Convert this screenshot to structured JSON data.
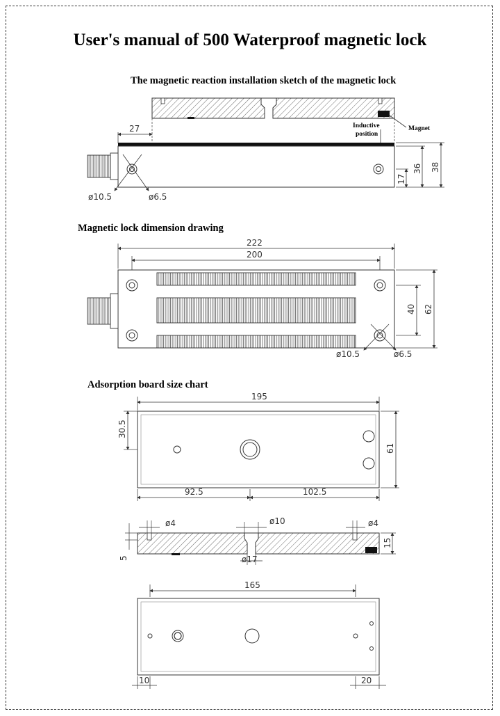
{
  "title": "User's manual of 500 Waterproof magnetic lock",
  "sections": {
    "installation": "The magnetic reaction installation sketch of the magnetic lock",
    "dimension": "Magnetic lock dimension drawing",
    "adsorption": "Adsorption board size chart"
  },
  "install_labels": {
    "dim_27": "27",
    "inductive_1": "Inductive",
    "inductive_2": "position",
    "magnet": "Magnet",
    "dim_17": "17",
    "dim_36": "36",
    "dim_38": "38",
    "dia_10_5": "ø10.5",
    "dia_6_5": "ø6.5"
  },
  "dimension_labels": {
    "dim_222": "222",
    "dim_200": "200",
    "dim_40": "40",
    "dim_62": "62",
    "dia_10_5": "ø10.5",
    "dia_6_5": "ø6.5"
  },
  "board_labels": {
    "dim_195": "195",
    "dim_30_5": "30.5",
    "dim_61": "61",
    "dim_92_5": "92.5",
    "dim_102_5": "102.5",
    "dia_4_left": "ø4",
    "dia_10": "ø10",
    "dia_4_right": "ø4",
    "dim_15": "15",
    "dim_5": "5",
    "dia_17": "ø17",
    "dim_165": "165",
    "dim_10": "10",
    "dim_20": "20"
  }
}
